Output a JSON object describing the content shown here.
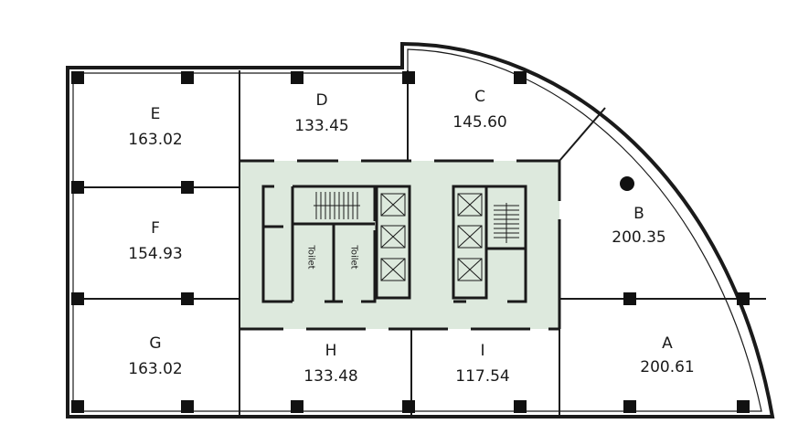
{
  "units": [
    {
      "id": "E",
      "letter": "E",
      "area": "163.02"
    },
    {
      "id": "D",
      "letter": "D",
      "area": "133.45"
    },
    {
      "id": "C",
      "letter": "C",
      "area": "145.60"
    },
    {
      "id": "B",
      "letter": "B",
      "area": "200.35"
    },
    {
      "id": "F",
      "letter": "F",
      "area": "154.93"
    },
    {
      "id": "G",
      "letter": "G",
      "area": "163.02"
    },
    {
      "id": "H",
      "letter": "H",
      "area": "133.48"
    },
    {
      "id": "I",
      "letter": "I",
      "area": "117.54"
    },
    {
      "id": "A",
      "letter": "A",
      "area": "200.61"
    }
  ],
  "core": {
    "toilet_left": "Toilet",
    "toilet_right": "Toilet"
  },
  "colors": {
    "wall": "#1a1a1a",
    "core_fill": "#dde9dd",
    "column": "#111111"
  }
}
